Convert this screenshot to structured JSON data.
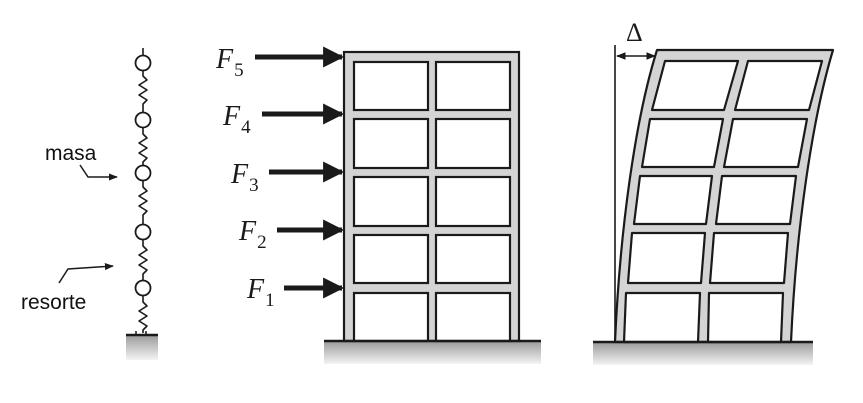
{
  "figure": {
    "type": "structural-dynamics-schematic",
    "panels": [
      {
        "id": "lumped-mass-model",
        "description": "Modelo de masas concentradas y resortes"
      },
      {
        "id": "frame-with-lateral-forces",
        "description": "Pórtico de 5 niveles con fuerzas laterales"
      },
      {
        "id": "deformed-frame",
        "description": "Pórtico deformado con desplazamiento lateral"
      }
    ]
  },
  "spring_model": {
    "mass_label": "masa",
    "spring_label": "resorte",
    "mass_count": 5
  },
  "frame": {
    "stories": 5,
    "bays": 2,
    "forces": [
      {
        "symbol": "F",
        "subscript": "5"
      },
      {
        "symbol": "F",
        "subscript": "4"
      },
      {
        "symbol": "F",
        "subscript": "3"
      },
      {
        "symbol": "F",
        "subscript": "2"
      },
      {
        "symbol": "F",
        "subscript": "1"
      }
    ]
  },
  "deformed": {
    "displacement_label": "Δ"
  },
  "colors": {
    "line": "#1a1a1a",
    "member_fill": "#d4d4d4",
    "ground_top": "#9a9a9a",
    "ground_bottom": "#f2f2f2"
  }
}
